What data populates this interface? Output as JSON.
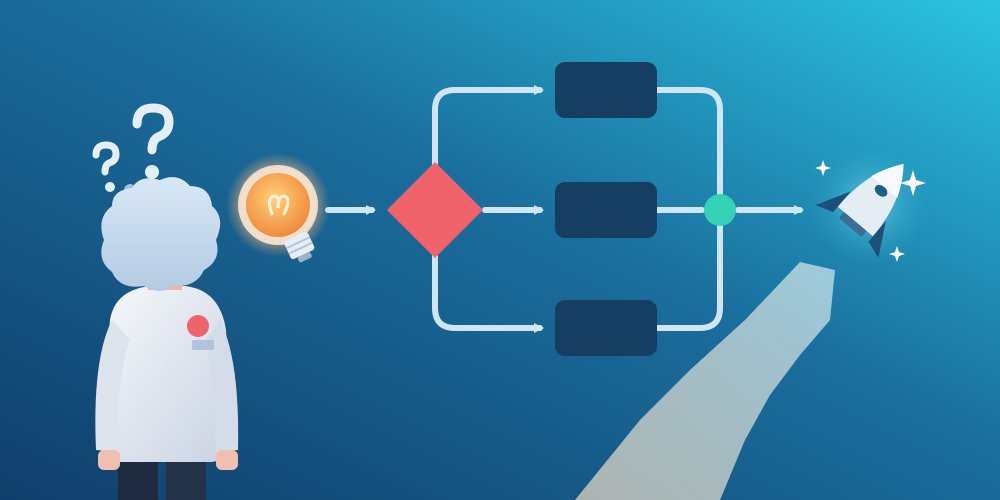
{
  "scene": {
    "colors": {
      "bg_top_right": "#2BC2DF",
      "bg_bottom_left": "#124A78",
      "connector": "#CFE6F2",
      "process_box": "#163E63",
      "decision": "#F0636A",
      "merge_node": "#33D2B6",
      "bulb_glow": "#F5A25F",
      "jacket": "#E9EEF5",
      "hair": "#C9DDF0",
      "exhaust": "#D9CDB8"
    },
    "icons": {
      "thinker": "person-thinking-icon",
      "idea": "lightbulb-icon",
      "decision": "decision-diamond-icon",
      "process": "process-box-icon",
      "merge": "merge-node-icon",
      "launch": "rocket-icon"
    },
    "flow": {
      "nodes": [
        "idea",
        "decision",
        "process-top",
        "process-middle",
        "process-bottom",
        "merge",
        "rocket"
      ],
      "edges": [
        [
          "idea",
          "decision"
        ],
        [
          "decision",
          "process-top"
        ],
        [
          "decision",
          "process-middle"
        ],
        [
          "decision",
          "process-bottom"
        ],
        [
          "process-top",
          "merge"
        ],
        [
          "process-middle",
          "merge"
        ],
        [
          "process-bottom",
          "merge"
        ],
        [
          "merge",
          "rocket"
        ]
      ]
    }
  }
}
